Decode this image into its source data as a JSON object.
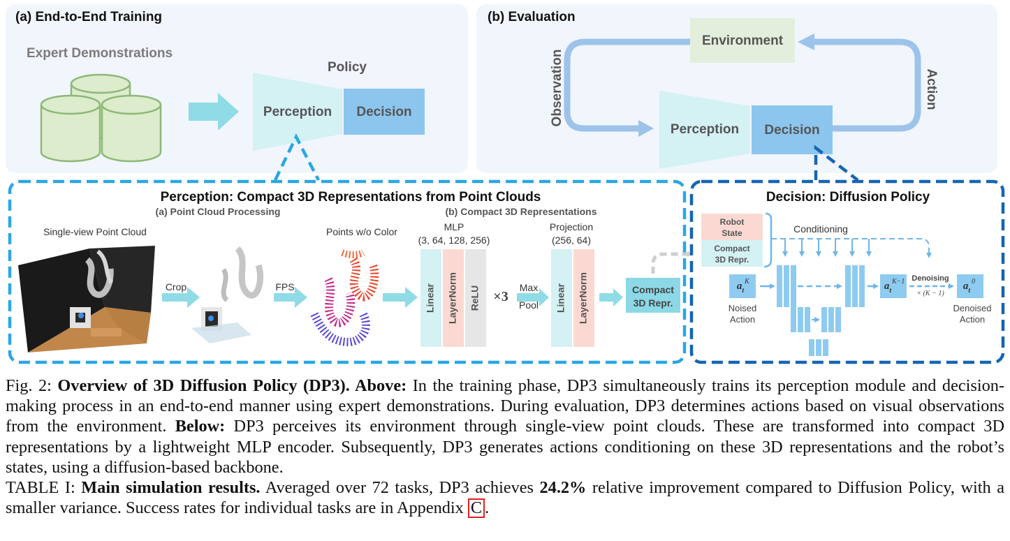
{
  "training": {
    "title": "(a) End-to-End Training",
    "expert_label": "Expert Demonstrations",
    "policy_label": "Policy",
    "perception_label": "Perception",
    "decision_label": "Decision"
  },
  "evaluation": {
    "title": "(b) Evaluation",
    "environment_label": "Environment",
    "observation_label": "Observation",
    "action_label": "Action",
    "perception_label": "Perception",
    "decision_label": "Decision"
  },
  "perception_panel": {
    "title": "Perception: Compact 3D Representations from Point Clouds",
    "sub_a": "(a) Point Cloud Processing",
    "sub_b": "(b) Compact 3D Representations",
    "single_view": "Single-view Point Cloud",
    "crop": "Crop",
    "fps": "FPS",
    "points_wo_color": "Points w/o Color",
    "mlp_label": "MLP",
    "mlp_dims": "(3, 64, 128, 256)",
    "linear": "Linear",
    "layernorm": "LayerNorm",
    "relu": "ReLU",
    "times3": "×3",
    "max": "Max",
    "pool": "Pool",
    "projection_label": "Projection",
    "projection_dims": "(256, 64)",
    "compact_line1": "Compact",
    "compact_line2": "3D Repr."
  },
  "decision_panel": {
    "title": "Decision: Diffusion Policy",
    "robot_line1": "Robot",
    "robot_line2": "State",
    "compact_line1": "Compact",
    "compact_line2": "3D Repr.",
    "conditioning": "Conditioning",
    "a_base": "a",
    "a_sub": "t",
    "sup_K": "K",
    "sup_K1": "K−1",
    "sup_0": "0",
    "noised_1": "Noised",
    "noised_2": "Action",
    "denoising": "Denoising",
    "denoising_times": "× (K − 1)",
    "denoised_1": "Denoised",
    "denoised_2": "Action"
  },
  "caption": {
    "fig_label": "Fig. 2: ",
    "fig_title": "Overview of 3D Diffusion Policy (DP3). ",
    "above_label": "Above:",
    "text1": " In the training phase, DP3 simultaneously trains its perception module and decision-making process in an end-to-end manner using expert demonstrations. During evaluation, DP3 determines actions based on visual observations from the environment. ",
    "below_label": "Below:",
    "text2": " DP3 perceives its environment through single-view point clouds. These are transformed into compact 3D representations by a lightweight MLP encoder. Subsequently, DP3 generates actions conditioning on these 3D representations and the robot’s states, using a diffusion-based backbone.",
    "table_label": "TABLE I: ",
    "table_title": "Main simulation results.",
    "table_text1": " Averaged over 72 tasks, DP3 achieves ",
    "table_value": "24.2%",
    "table_text2": " relative improvement compared to Diffusion Policy, with a smaller variance. Success rates for individual tasks are in Appendix ",
    "appendix_ref": "C",
    "table_end": "."
  },
  "colors": {
    "panel_bg": "#f1f5fc",
    "perception_cyan": "#d4f1f4",
    "decision_blue": "#8cc6ee",
    "arrow_cyan": "#8fdbe6",
    "env_green": "#e3efdc",
    "loop_blue": "#9dc3ea",
    "perception_border": "#2aa7e4",
    "decision_border": "#1565b3",
    "layernorm_pink": "#fbd9d2",
    "relu_gray": "#e6e6e6",
    "unet_blue": "#8ecbf0",
    "ref_red": "#e02020"
  }
}
